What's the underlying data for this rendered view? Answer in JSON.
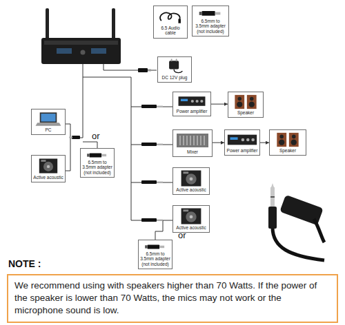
{
  "diagram": {
    "nodes": [
      {
        "text": [
          "6.5 Audio cable"
        ]
      },
      {
        "text": [
          "6.5mm to 3.5mm adapter (not included)"
        ]
      },
      {
        "text": [
          "DC 12V plug"
        ]
      },
      {
        "text": [
          "Power amplifier"
        ]
      },
      {
        "text": [
          "Speaker"
        ]
      },
      {
        "text": [
          "PC"
        ]
      },
      {
        "text": [
          "Mixer"
        ]
      },
      {
        "text": [
          "Power amplifier"
        ]
      },
      {
        "text": [
          "Speaker"
        ]
      },
      {
        "text": [
          "6.5mm to 3.5mm adapter (not included)"
        ]
      },
      {
        "text": [
          "Active acoustic"
        ]
      },
      {
        "text": [
          "Active acoustic"
        ]
      },
      {
        "text": [
          "Active acoustic"
        ]
      },
      {
        "text": [
          "6.5mm to 3.5mm adapter (not included)"
        ]
      },
      {
        "text": [
          "We recommend using with speakers higher than 70 Watts. If the power of the speaker is lower than 70 Watts, the mics may not work or the microphone sound is low."
        ]
      }
    ],
    "edges": [
      {
        "from": 3,
        "to": 4,
        "arrow": "to"
      },
      {
        "from": 6,
        "to": 7,
        "arrow": "to"
      },
      {
        "from": 7,
        "to": 8,
        "arrow": "to"
      }
    ],
    "labels": [
      "or",
      "or",
      "NOTE :"
    ]
  }
}
